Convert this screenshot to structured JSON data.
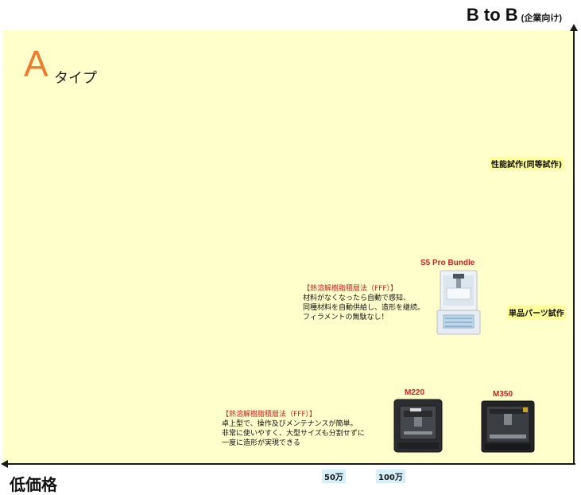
{
  "header": {
    "b2b_main": "B to B",
    "b2b_sub": "(企業向け)"
  },
  "x_axis": {
    "low_label": "低価格",
    "ticks": [
      "50万",
      "100万"
    ]
  },
  "type_label": {
    "letter": "A",
    "suffix": "タイプ"
  },
  "y_labels": [
    "性能試作(同等試作)",
    "単品パーツ試作"
  ],
  "products": [
    {
      "name": "S5 Pro Bundle"
    },
    {
      "name": "M220"
    },
    {
      "name": "M350"
    }
  ],
  "descriptions": [
    {
      "head": "【熱溶解樹脂積層法（FFF）】",
      "lines": [
        "材料がなくなったら自動で感知、",
        "同種材料を自動供給し、造形を継続。",
        "フィラメントの無駄なし！"
      ]
    },
    {
      "head": "【熱溶解樹脂積層法（FFF）】",
      "lines": [
        "卓上型で、操作及びメンテナンスが簡単。",
        "非常に使いやすく、大型サイズも分割せずに",
        "一度に造形が実現できる"
      ]
    }
  ],
  "colors": {
    "quadrant_bg": "#ffffcc",
    "type_letter": "#ed7d31",
    "product_name": "#d02020",
    "tick_bg": "#d6f0fb",
    "label_bg": "#ffff99"
  }
}
